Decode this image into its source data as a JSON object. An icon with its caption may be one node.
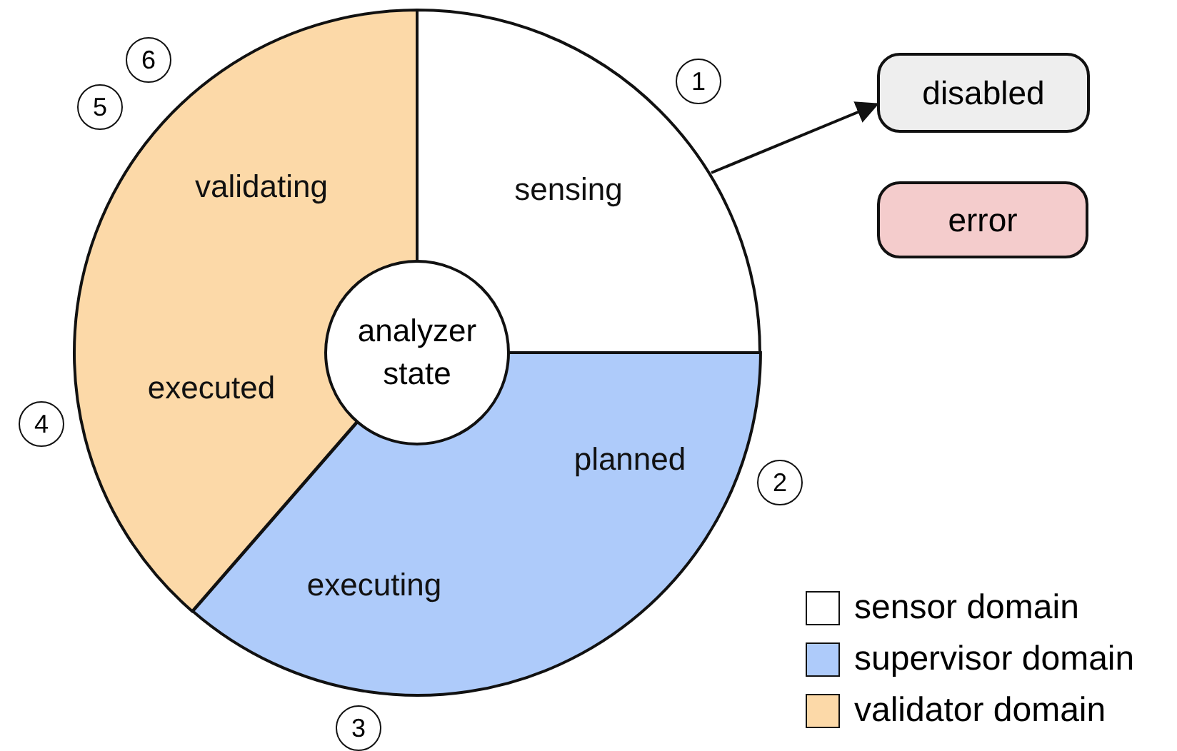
{
  "diagram": {
    "nodes": [
      {
        "text": [
          "sensing"
        ]
      },
      {
        "text": [
          "planned",
          "executing"
        ]
      },
      {
        "text": [
          "validating",
          "executed"
        ]
      },
      {
        "text": [
          "analyzer state"
        ]
      },
      {
        "text": [
          "disabled"
        ]
      },
      {
        "text": [
          "error"
        ]
      }
    ],
    "edges": [
      {
        "from": 0,
        "to": 4,
        "arrow": "to"
      }
    ],
    "labels": [
      "6",
      "1",
      "5",
      "4",
      "2",
      "3"
    ],
    "legend": [
      {
        "text": "sensor domain",
        "color": "#ffffff"
      },
      {
        "text": "supervisor domain",
        "color": "#aecbfa"
      },
      {
        "text": "validator domain",
        "color": "#fcd9a8"
      }
    ]
  }
}
